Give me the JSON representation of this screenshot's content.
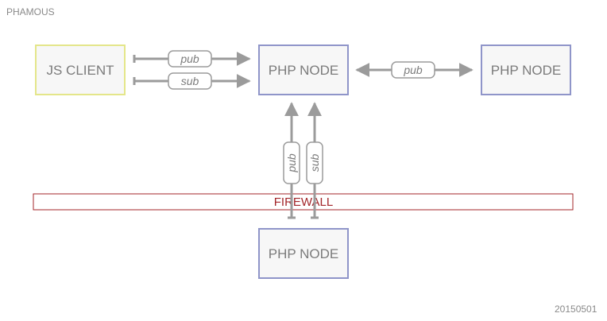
{
  "header": {
    "title": "PHAMOUS"
  },
  "footer": {
    "date": "20150501"
  },
  "nodes": {
    "js_client": "JS CLIENT",
    "php_node_center": "PHP NODE",
    "php_node_right": "PHP NODE",
    "php_node_bottom": "PHP NODE"
  },
  "channels": {
    "client_pub": "pub",
    "client_sub": "sub",
    "peer_pub": "pub",
    "vertical_pub": "pub",
    "vertical_sub": "sub"
  },
  "firewall": {
    "label": "FIREWALL"
  },
  "colors": {
    "client_border": "#e4e68a",
    "node_border": "#8f95c9",
    "box_fill": "#f7f7f7",
    "arrow": "#9b9b9b",
    "firewall": "#a3262a",
    "text": "#7b7b7b"
  }
}
